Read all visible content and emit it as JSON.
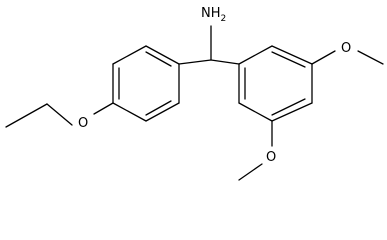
{
  "molecule": {
    "labels": {
      "amine": "NH",
      "amine_subscript": "2",
      "oxygen_ethoxy": "O",
      "oxygen_methoxy_top": "O",
      "oxygen_methoxy_bottom": "O"
    },
    "colors": {
      "bond": "#000000",
      "text": "#000000",
      "background": "#ffffff"
    }
  }
}
